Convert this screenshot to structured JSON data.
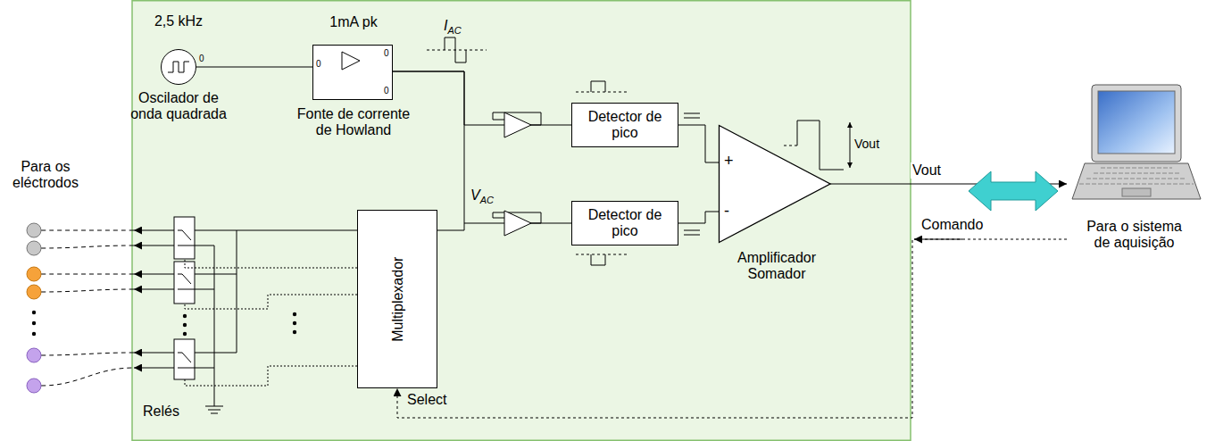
{
  "diagram": {
    "nodes": [
      {
        "text": [
          "2,5 kHz",
          "Oscilador de onda quadrada"
        ]
      },
      {
        "text": [
          "1mA pk",
          "Fonte de corrente de Howland"
        ]
      },
      {
        "text": [
          "Detector de pico"
        ]
      },
      {
        "text": [
          "Detector de pico"
        ]
      },
      {
        "text": [
          "+",
          "-",
          "Amplificador Somador"
        ]
      },
      {
        "text": [
          "Multiplexador"
        ]
      },
      {
        "text": [
          "Para o sistema de aquisição"
        ]
      }
    ],
    "edges": [
      {
        "from": 0,
        "to": 1,
        "arrow": "none"
      },
      {
        "from": 1,
        "to": 2,
        "arrow": "none"
      },
      {
        "from": 1,
        "to": 3,
        "arrow": "none"
      },
      {
        "from": 2,
        "to": 4,
        "arrow": "none"
      },
      {
        "from": 3,
        "to": 4,
        "arrow": "none"
      },
      {
        "from": 4,
        "to": 6,
        "label": "Vout",
        "arrow": "to"
      },
      {
        "from": 6,
        "to": 5,
        "label": "Comando",
        "arrow": "to"
      }
    ],
    "labels": [
      "0",
      "0",
      "0",
      "0",
      "IAC",
      "VAC",
      "Vout",
      "Para os eléctrodos",
      "Relés",
      "Select"
    ]
  }
}
